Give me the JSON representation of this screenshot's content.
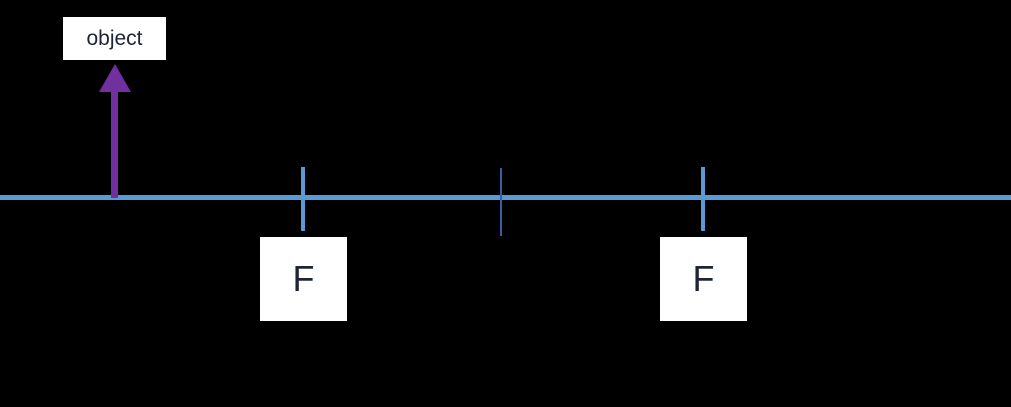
{
  "diagram": {
    "labels": {
      "object": "object",
      "focal_left": "F",
      "focal_right": "F"
    },
    "colors": {
      "background": "#000000",
      "axis": "#5b9bd5",
      "arrow": "#7030a0",
      "center_tick": "#3b5ca8",
      "label_text": "#1f2437",
      "label_bg": "#ffffff"
    }
  }
}
